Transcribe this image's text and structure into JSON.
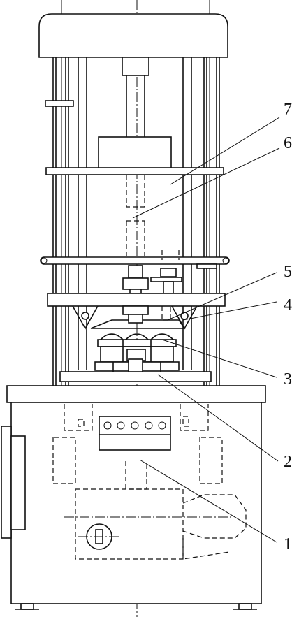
{
  "callouts": [
    {
      "id": "1",
      "label": "1"
    },
    {
      "id": "2",
      "label": "2"
    },
    {
      "id": "3",
      "label": "3"
    },
    {
      "id": "4",
      "label": "4"
    },
    {
      "id": "5",
      "label": "5"
    },
    {
      "id": "6",
      "label": "6"
    },
    {
      "id": "7",
      "label": "7"
    }
  ],
  "colors": {
    "stroke": "#111111",
    "background": "#ffffff"
  }
}
